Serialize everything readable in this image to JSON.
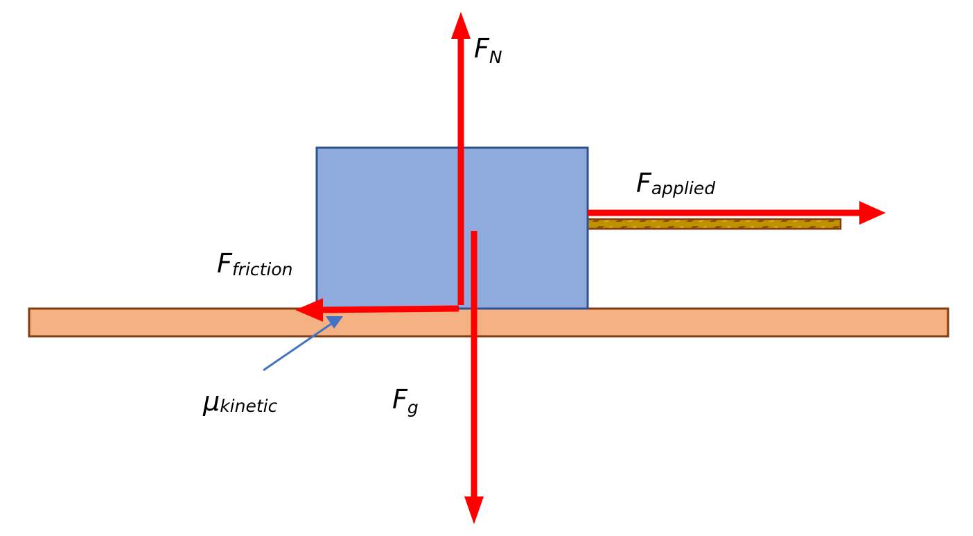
{
  "diagram": {
    "labels": {
      "normal_force": {
        "main": "F",
        "sub": "N"
      },
      "applied_force": {
        "main": "F",
        "sub": "applied"
      },
      "friction_force": {
        "main": "F",
        "sub": "friction"
      },
      "gravity_force": {
        "main": "F",
        "sub": "g"
      },
      "friction_coefficient": {
        "main": "μ",
        "sub": "kinetic"
      }
    },
    "colors": {
      "force_arrow": "#ff0000",
      "block_fill": "#8faadc",
      "block_stroke": "#2f528f",
      "surface_fill": "#f4b183",
      "surface_stroke": "#843c0c",
      "rope_fill": "#bf9000",
      "rope_stroke": "#7f3f00",
      "pointer_arrow": "#4472c4"
    }
  }
}
